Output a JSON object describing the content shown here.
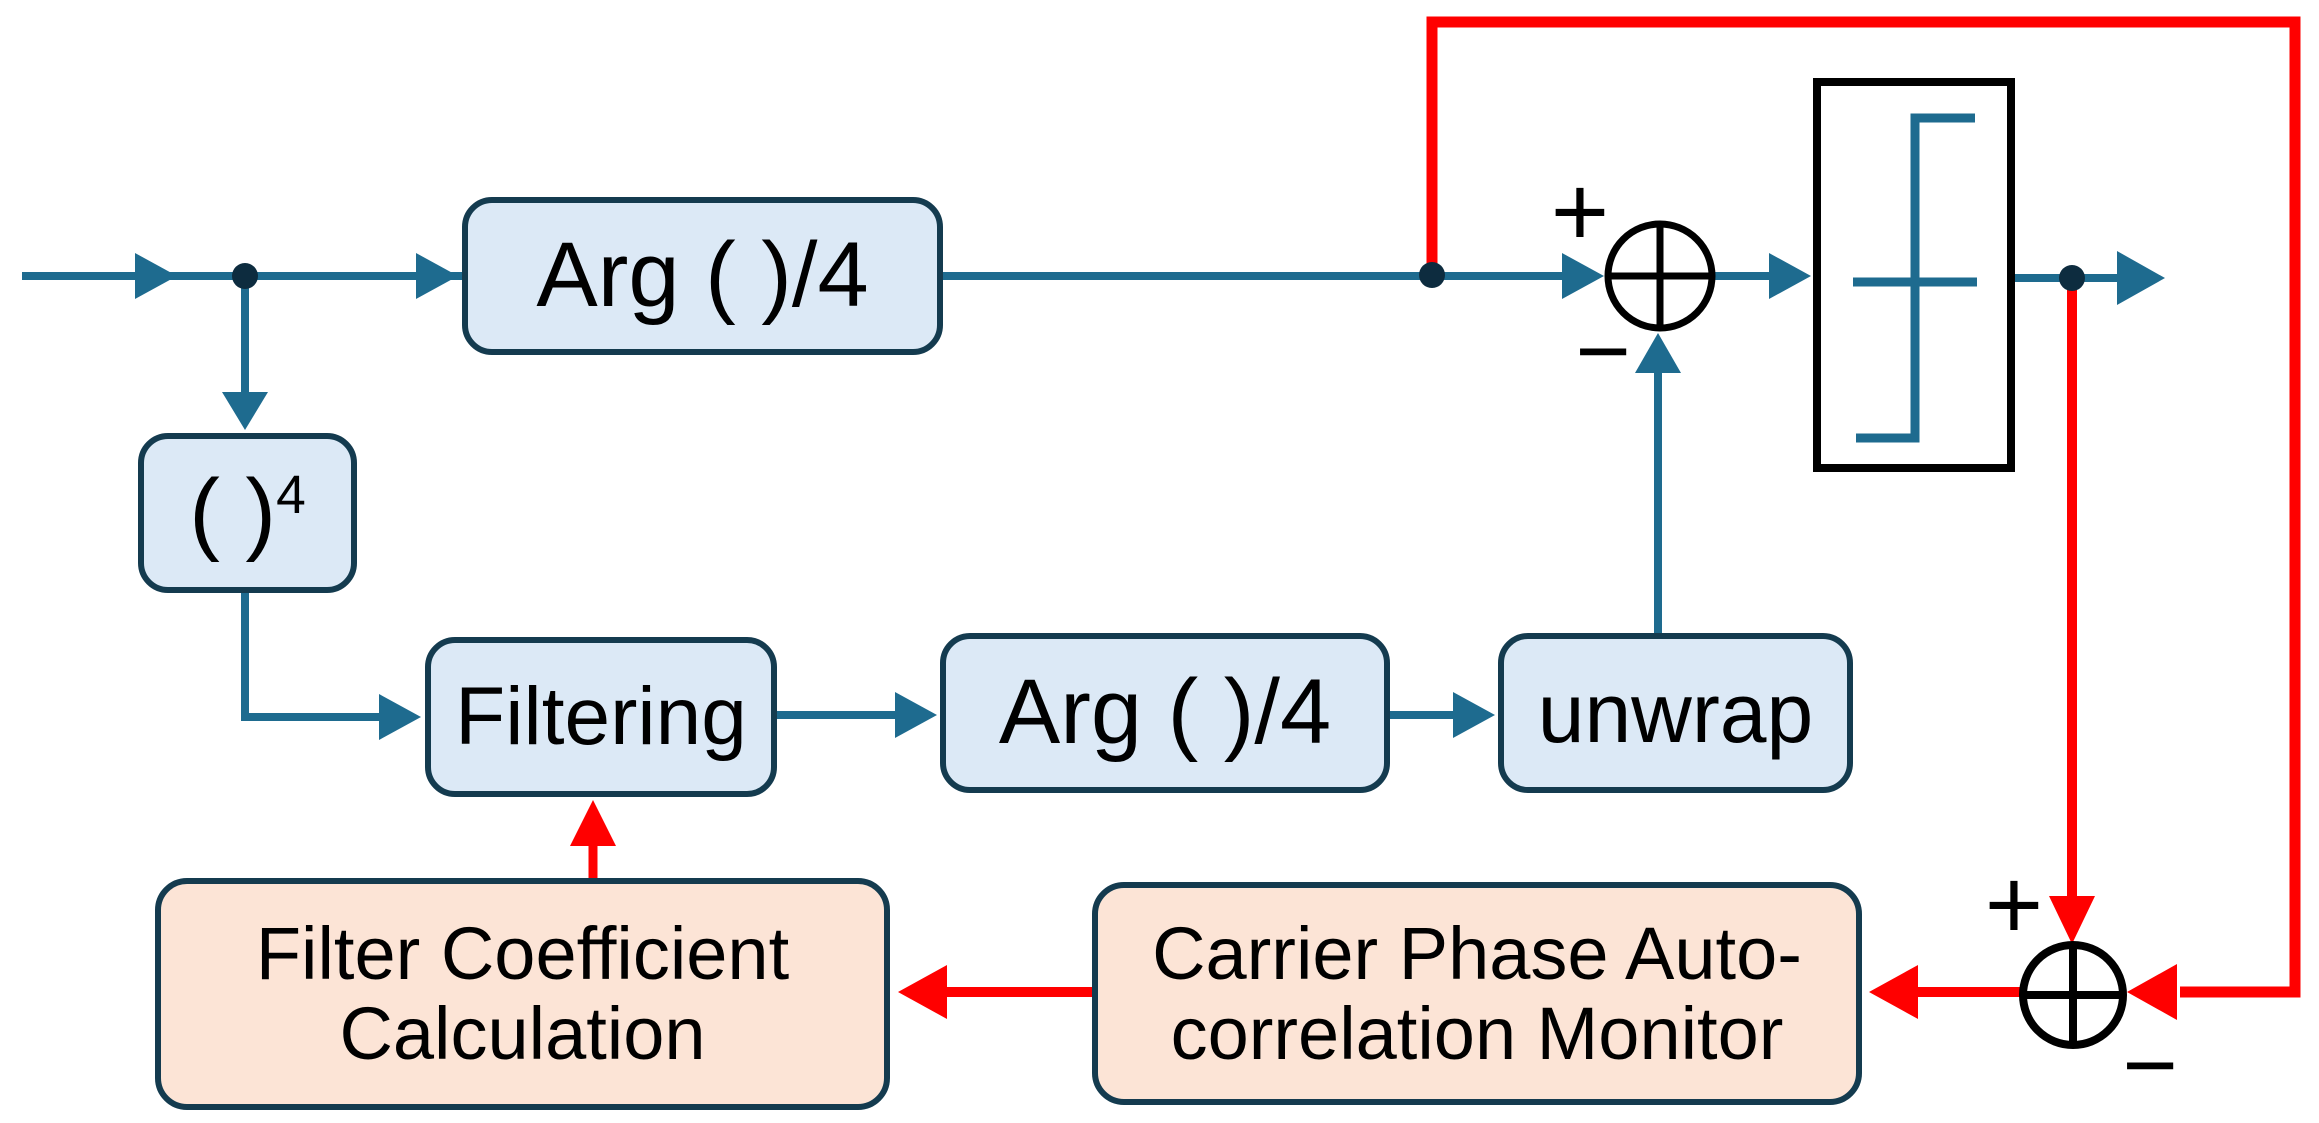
{
  "blocks": {
    "arg1": {
      "label": "Arg ( )/4"
    },
    "pow4": {
      "base": "( )",
      "exp": "4"
    },
    "filtering": {
      "label": "Filtering"
    },
    "arg2": {
      "label": "Arg ( )/4"
    },
    "unwrap": {
      "label": "unwrap"
    },
    "filter_coeff": {
      "line1": "Filter Coefficient",
      "line2": "Calculation"
    },
    "monitor": {
      "line1": "Carrier Phase Auto-",
      "line2": "correlation Monitor"
    }
  },
  "sum1": {
    "plus": "+",
    "minus": "−"
  },
  "sum2": {
    "plus": "+",
    "minus": "−"
  },
  "icons": {
    "limiter": "slicer-step-icon",
    "sum1": "summing-junction-icon",
    "sum2": "summing-junction-icon"
  },
  "colors": {
    "signal_line": "#1E6B8F",
    "feedback_line": "#FF0000",
    "block_fill_blue": "#DCE9F6",
    "block_fill_peach": "#FCE4D6",
    "block_border": "#143B4F",
    "limiter_border": "#000000",
    "junction_dot": "#0D2C3F",
    "text": "#000000",
    "background": "#FFFFFF"
  }
}
